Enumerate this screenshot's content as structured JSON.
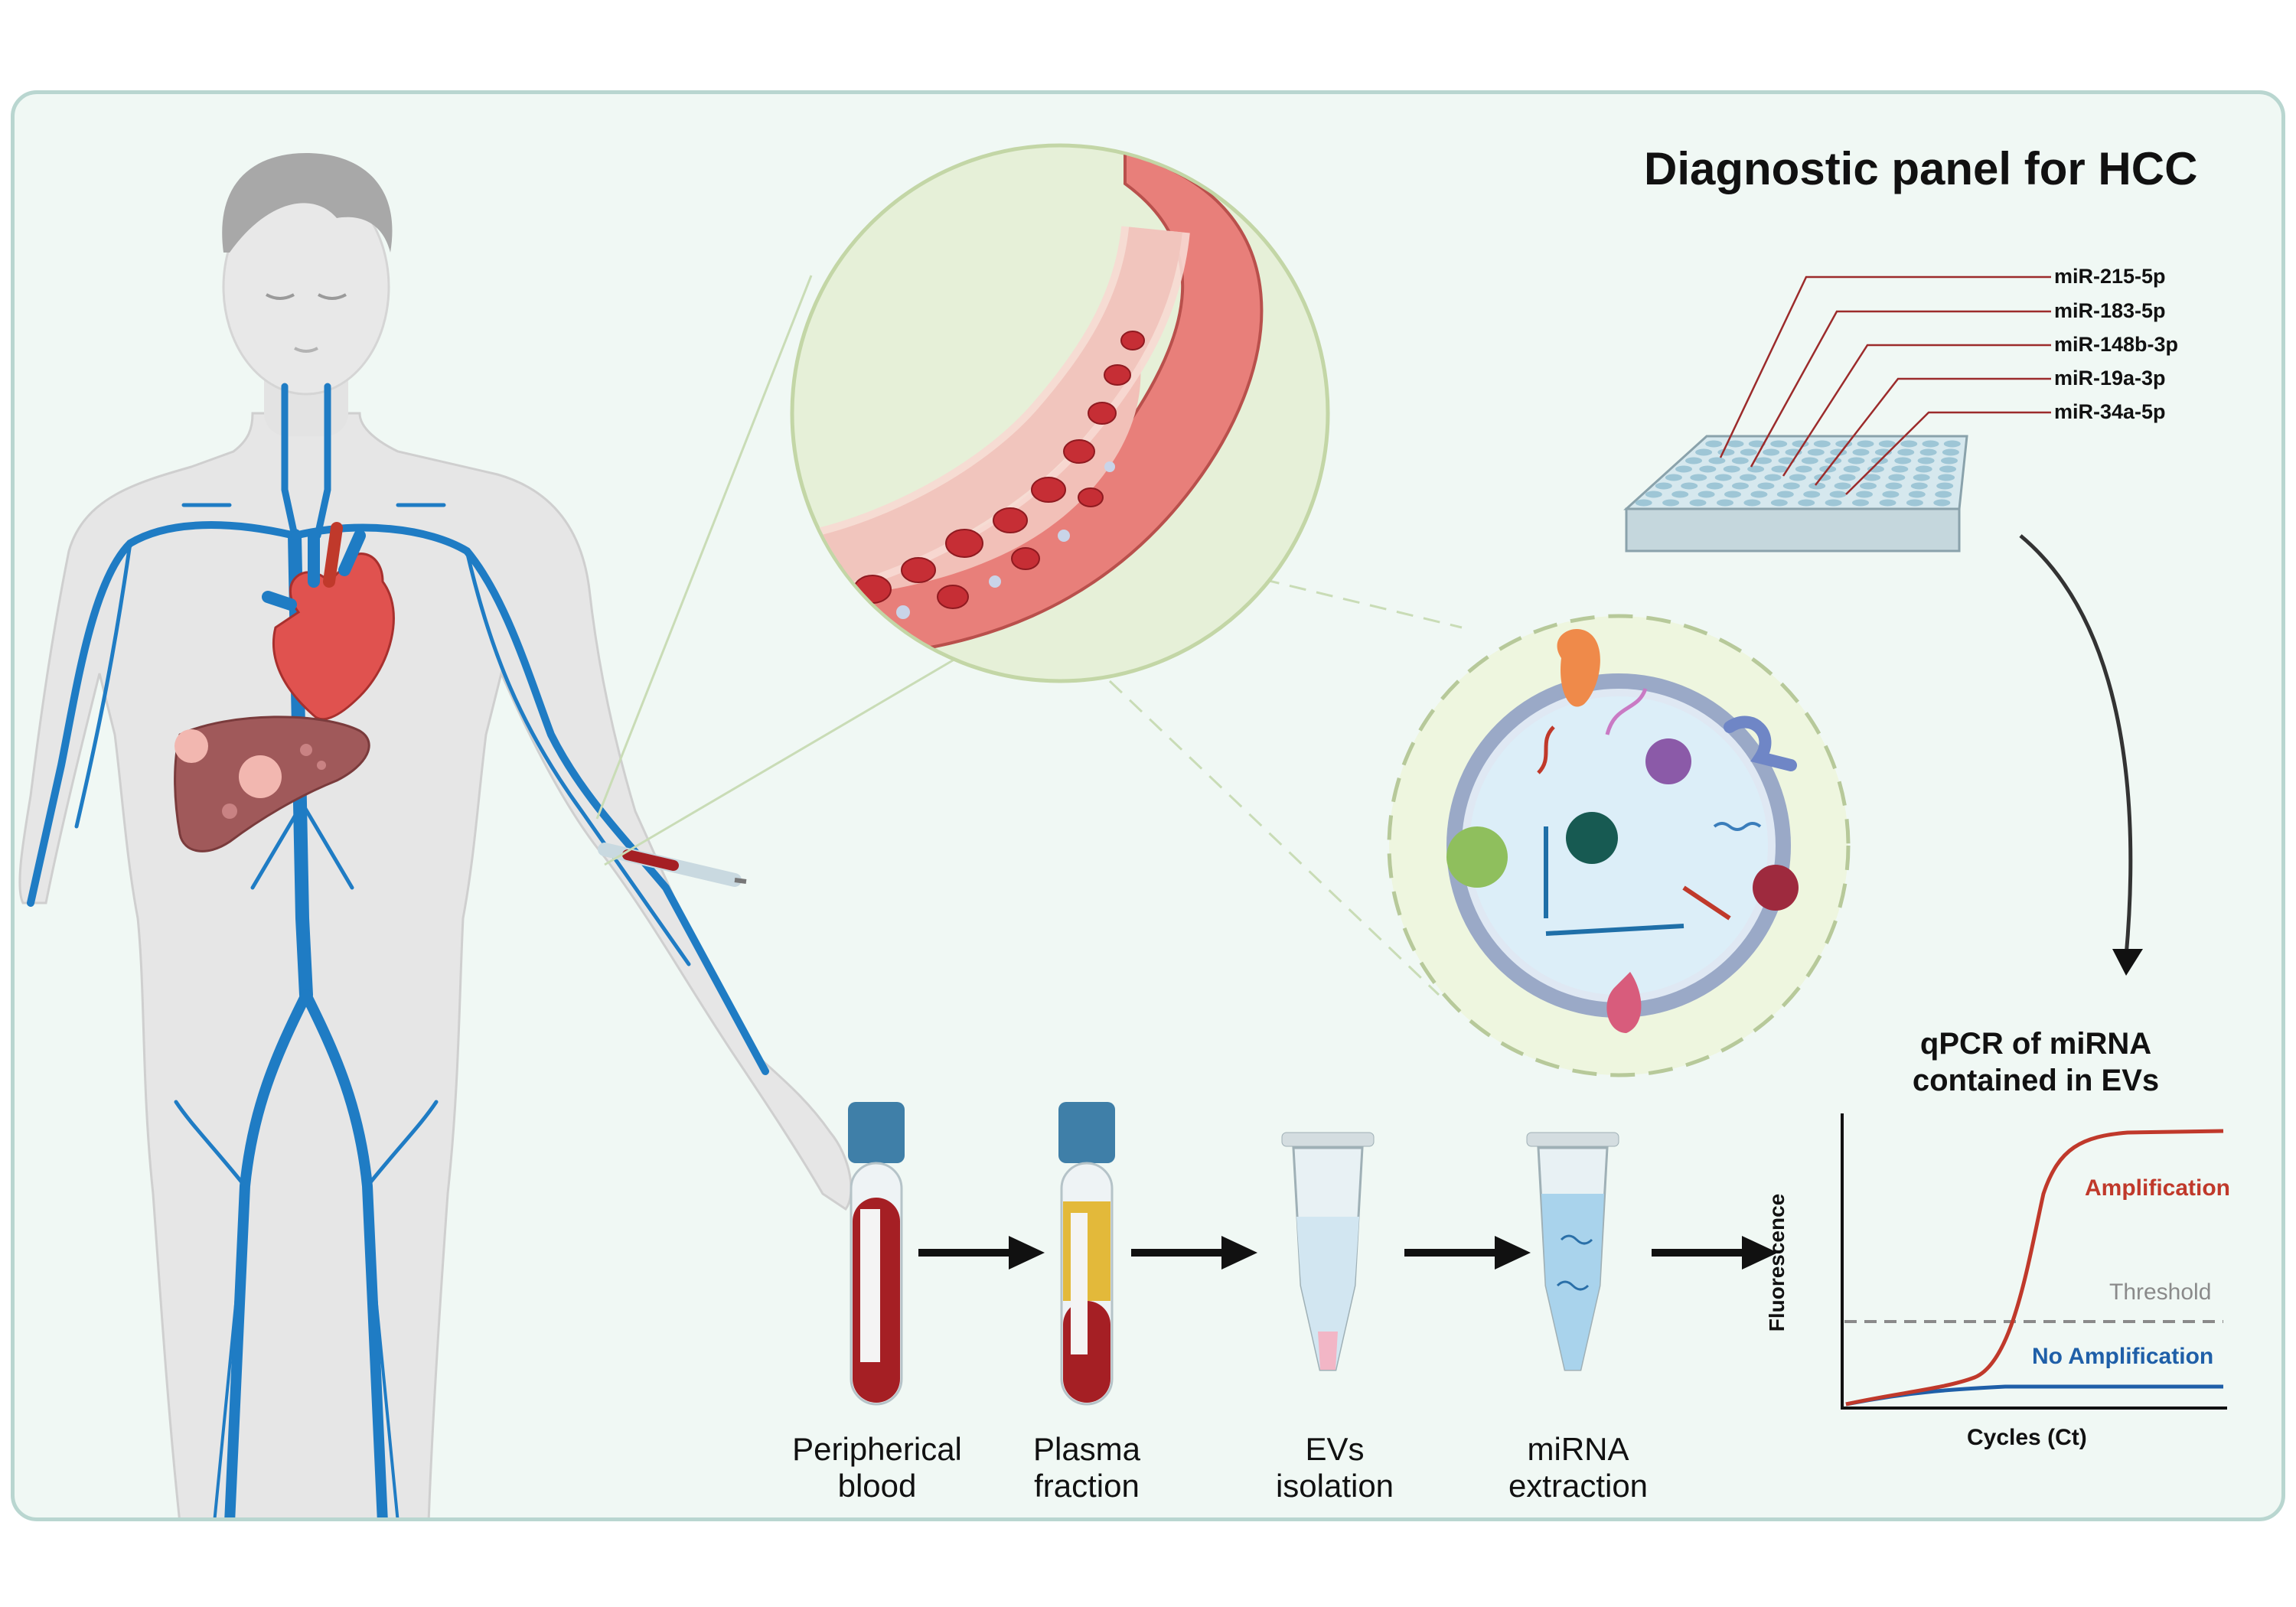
{
  "title": "Diagnostic panel for HCC",
  "mirnas": [
    "miR-215-5p",
    "miR-183-5p",
    "miR-148b-3p",
    "miR-19a-3p",
    "miR-34a-5p"
  ],
  "steps": [
    {
      "line1": "Peripherical",
      "line2": "blood"
    },
    {
      "line1": "Plasma",
      "line2": "fraction"
    },
    {
      "line1": "EVs",
      "line2": "isolation"
    },
    {
      "line1": "miRNA",
      "line2": "extraction"
    }
  ],
  "qpcr": {
    "title_line1": "qPCR of miRNA",
    "title_line2": "contained in EVs",
    "amplification_label": "Amplification",
    "threshold_label": "Threshold",
    "no_amplification_label": "No Amplification",
    "x_label": "Cycles (Ct)",
    "y_label": "Fluorescence"
  },
  "colors": {
    "vein": "#1f7cc4",
    "blood": "#a51f24",
    "plasma": "#e3b93a",
    "cap": "#3f7fa8",
    "amplification": "#c0392b",
    "no_amplification": "#1f5fa8",
    "threshold": "#8a8a8a",
    "panel_border": "#b9d6d0",
    "panel_bg": "#f0f8f4"
  }
}
